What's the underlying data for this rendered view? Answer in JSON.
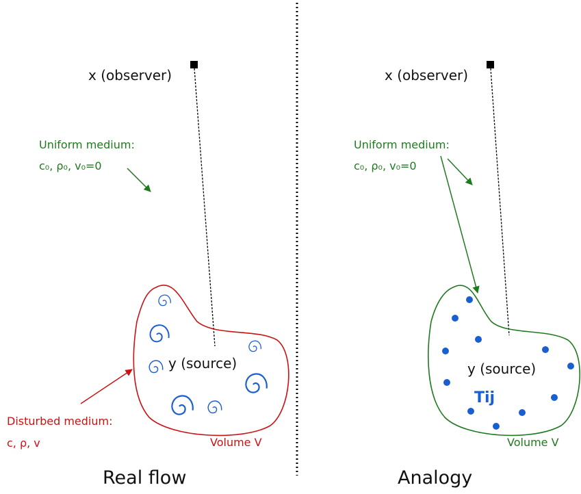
{
  "left_panel": {
    "observer_label": "x (observer)",
    "uniform_medium": {
      "title": "Uniform medium:",
      "params": "c₀, ρ₀, v₀=0"
    },
    "source_label": "y (source)",
    "disturbed_medium": {
      "title": "Disturbed medium:",
      "params": "c, ρ, v"
    },
    "volume_label": "Volume V",
    "caption": "Real flow"
  },
  "right_panel": {
    "observer_label": "x (observer)",
    "uniform_medium": {
      "title": "Uniform medium:",
      "params": "c₀, ρ₀, v₀=0"
    },
    "source_label": "y (source)",
    "tensor_label": "Tij",
    "volume_label": "Volume V",
    "caption": "Analogy"
  },
  "colors": {
    "uniform_medium": "#1f7a1f",
    "disturbed_medium": "#cc1111",
    "sources": "#1a5fd0",
    "observer_marker": "#000000"
  },
  "icons": {
    "observer": "filled-square",
    "turbulence": "spiral-eddy",
    "quadrupole_source": "filled-dot"
  }
}
